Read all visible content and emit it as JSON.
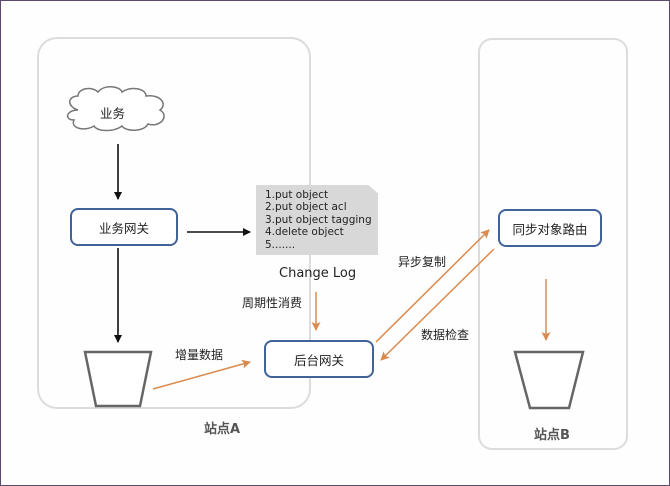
{
  "diagram": {
    "colors": {
      "box_border": "#41639a",
      "orange_arrow": "#d98a4e",
      "black_arrow": "#111111",
      "site_border": "#dcdcdc",
      "log_bg": "#d8d8d8"
    },
    "cloud": {
      "label": "业务"
    },
    "business_gateway": {
      "label": "业务网关"
    },
    "backend_gateway": {
      "label": "后台网关"
    },
    "sync_router": {
      "label": "同步对象路由"
    },
    "change_log": {
      "title": "Change Log",
      "items": [
        "1.put object",
        "2.put object acl",
        "3.put object tagging",
        "4.delete object",
        "5......."
      ]
    },
    "edge_labels": {
      "periodic_consume": "周期性消费",
      "incremental_data": "增量数据",
      "async_replicate": "异步复制",
      "data_check": "数据检查"
    },
    "sites": {
      "a": "站点A",
      "b": "站点B"
    }
  }
}
